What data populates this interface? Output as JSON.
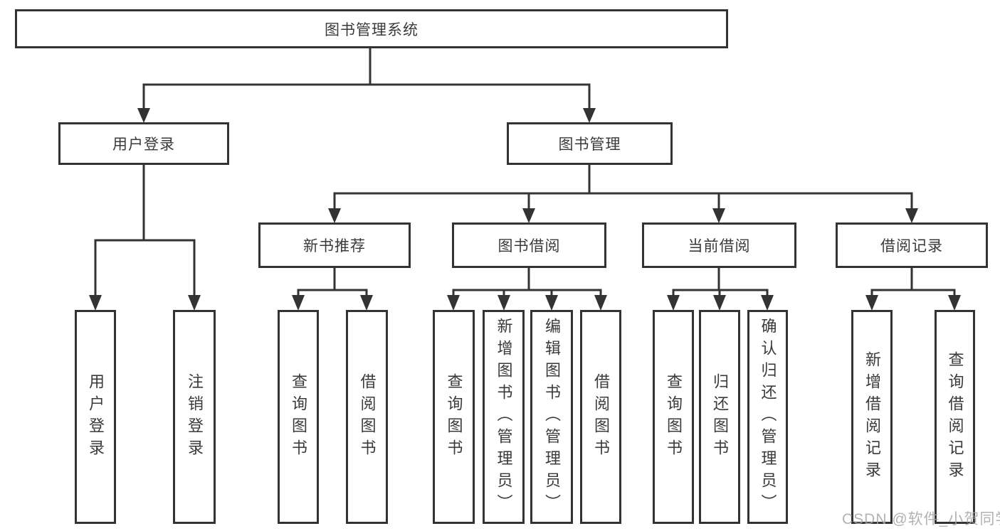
{
  "diagram": {
    "root": {
      "label": "图书管理系统"
    },
    "level2": [
      {
        "label": "用户登录"
      },
      {
        "label": "图书管理"
      }
    ],
    "level3": [
      {
        "label": "新书推荐"
      },
      {
        "label": "图书借阅"
      },
      {
        "label": "当前借阅"
      },
      {
        "label": "借阅记录"
      }
    ],
    "leaves": [
      {
        "label": "用户登录"
      },
      {
        "label": "注销登录"
      },
      {
        "label": "查询图书"
      },
      {
        "label": "借阅图书"
      },
      {
        "label": "查询图书"
      },
      {
        "label": "新增图书（管理员）"
      },
      {
        "label": "编辑图书（管理员）"
      },
      {
        "label": "借阅图书"
      },
      {
        "label": "查询图书"
      },
      {
        "label": "归还图书"
      },
      {
        "label": "确认归还（管理员）"
      },
      {
        "label": "新增借阅记录"
      },
      {
        "label": "查询借阅记录"
      }
    ]
  },
  "watermark": {
    "text": "CSDN @软件_小贺同学"
  },
  "colors": {
    "line": "#333333",
    "text": "#3a3a3a",
    "background": "#ffffff",
    "watermark": "#a5a5a5"
  }
}
